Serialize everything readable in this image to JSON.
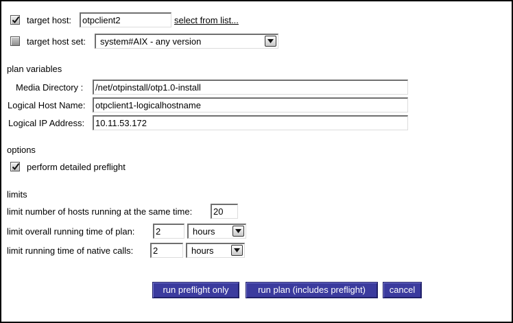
{
  "target": {
    "host_checked": true,
    "host_label": "target host:",
    "host_value": "otpclient2",
    "select_from_list": "select from list...",
    "hostset_checked": false,
    "hostset_label": "target host set:",
    "hostset_value": "system#AIX - any version"
  },
  "plan_variables": {
    "heading": "plan variables",
    "media_label": "Media Directory :",
    "media_value": "/net/otpinstall/otp1.0-install",
    "logical_host_label": "Logical Host Name:",
    "logical_host_value": "otpclient1-logicalhostname",
    "logical_ip_label": "Logical IP Address:",
    "logical_ip_value": "10.11.53.172"
  },
  "options": {
    "heading": "options",
    "preflight_checked": true,
    "preflight_label": "perform detailed preflight"
  },
  "limits": {
    "heading": "limits",
    "hosts_label": "limit number of hosts running at the same time:",
    "hosts_value": "20",
    "overall_label": "limit overall running time of plan:",
    "overall_value": "2",
    "overall_unit": "hours",
    "native_label": "limit running time of native calls:",
    "native_value": "2",
    "native_unit": "hours"
  },
  "buttons": {
    "preflight_only": "run preflight only",
    "run_plan": "run plan (includes preflight)",
    "cancel": "cancel"
  },
  "colors": {
    "button_bg": "#3b3b9e",
    "button_text": "#ffffff"
  }
}
